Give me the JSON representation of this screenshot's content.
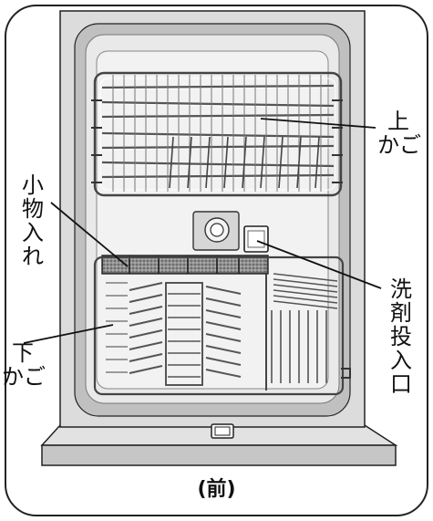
{
  "labels": {
    "upper_rack": "上\nかご",
    "small_items_basket": "小\n物\n入\nれ",
    "detergent_inlet": "洗\n剤\n投\n入\n口",
    "lower_rack": "下\nかご"
  },
  "caption": "(前)",
  "colors": {
    "outline": "#222222",
    "frame": "#d9d9d9",
    "tub": "#bdbdbd",
    "tub_floor": "#f1f1f1",
    "wire": "#555555",
    "wire_fill": "#ffffff",
    "base": "#c4c4c4"
  }
}
